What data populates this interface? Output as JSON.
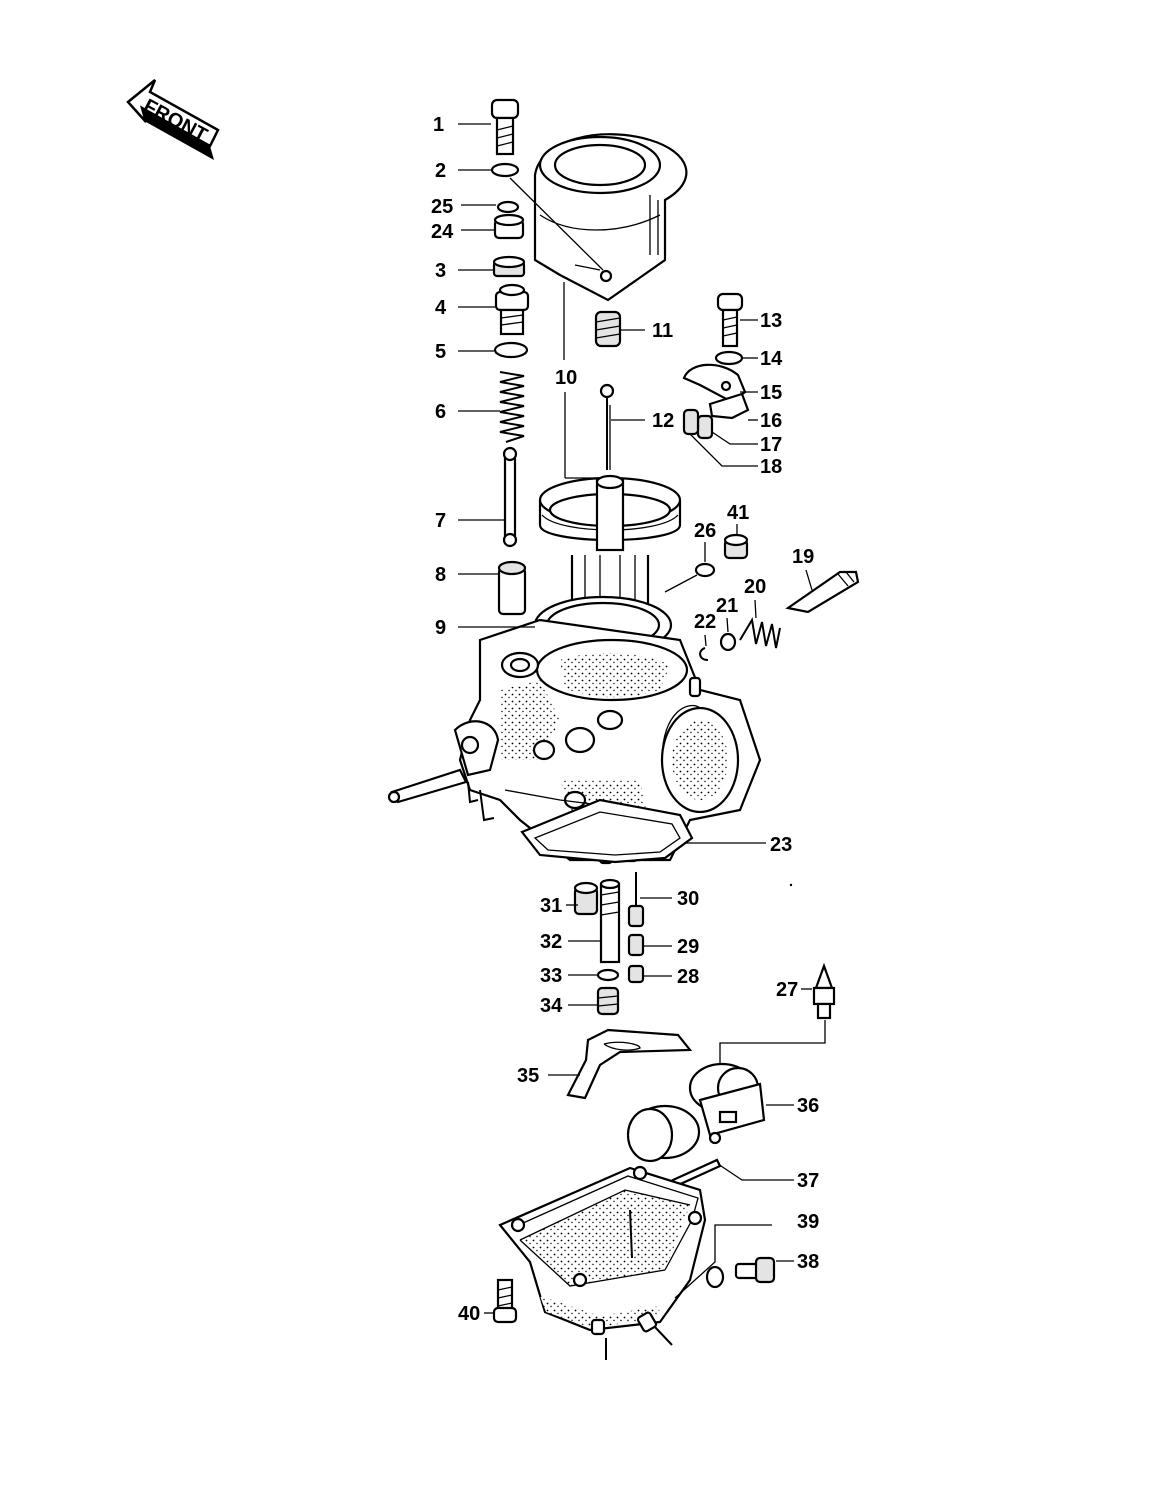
{
  "front_arrow_label": "FRONT",
  "callouts": {
    "c1": "1",
    "c2": "2",
    "c3": "3",
    "c4": "4",
    "c5": "5",
    "c6": "6",
    "c7": "7",
    "c8": "8",
    "c9": "9",
    "c10": "10",
    "c11": "11",
    "c12": "12",
    "c13": "13",
    "c14": "14",
    "c15": "15",
    "c16": "16",
    "c17": "17",
    "c18": "18",
    "c19": "19",
    "c20": "20",
    "c21": "21",
    "c22": "22",
    "c23": "23",
    "c24": "24",
    "c25": "25",
    "c26": "26",
    "c27": "27",
    "c28": "28",
    "c29": "29",
    "c30": "30",
    "c31": "31",
    "c32": "32",
    "c33": "33",
    "c34": "34",
    "c35": "35",
    "c36": "36",
    "c37": "37",
    "c38": "38",
    "c39": "39",
    "c40": "40",
    "c41": "41"
  }
}
